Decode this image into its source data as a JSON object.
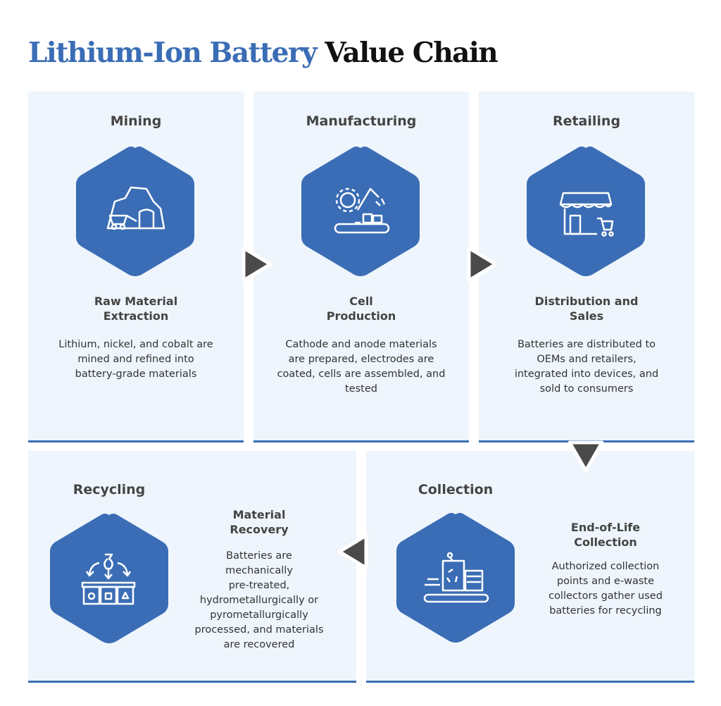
{
  "title": {
    "blue": "Lithium-Ion Battery",
    "black": "Value Chain"
  },
  "colors": {
    "blue": "#3a6db5",
    "panel": "#eef5fc",
    "arrow": "#4a4a4a"
  },
  "stages": [
    {
      "title": "Mining",
      "icon": "mining-icon",
      "subtitle1": "Raw Material",
      "subtitle2": "Extraction",
      "desc": [
        "Lithium, nickel, and cobalt are",
        "mined and refined into",
        "battery-grade materials"
      ]
    },
    {
      "title": "Manufacturing",
      "icon": "robot-arm-icon",
      "subtitle1": "Cell",
      "subtitle2": "Production",
      "desc": [
        "Cathode and anode materials",
        "are prepared, electrodes are",
        "coated, cells are assembled, and",
        "tested"
      ]
    },
    {
      "title": "Retailing",
      "icon": "store-icon",
      "subtitle1": "Distribution and",
      "subtitle2": "Sales",
      "desc": [
        "Batteries are distributed to",
        "OEMs and retailers,",
        "integrated into devices, and",
        "sold to consumers"
      ]
    },
    {
      "title": "Collection",
      "icon": "collection-conveyor-icon",
      "subtitle1": "End-of-Life",
      "subtitle2": "Collection",
      "desc": [
        "Authorized collection",
        "points and e-waste",
        "collectors gather used",
        "batteries for recycling"
      ]
    },
    {
      "title": "Recycling",
      "icon": "recycling-bins-icon",
      "subtitle1": "Material",
      "subtitle2": "Recovery",
      "desc": [
        "Batteries are",
        "mechanically",
        "pre-treated,",
        "hydrometallurgically or",
        "pyrometallurgically",
        "processed, and materials",
        "are recovered"
      ]
    }
  ]
}
